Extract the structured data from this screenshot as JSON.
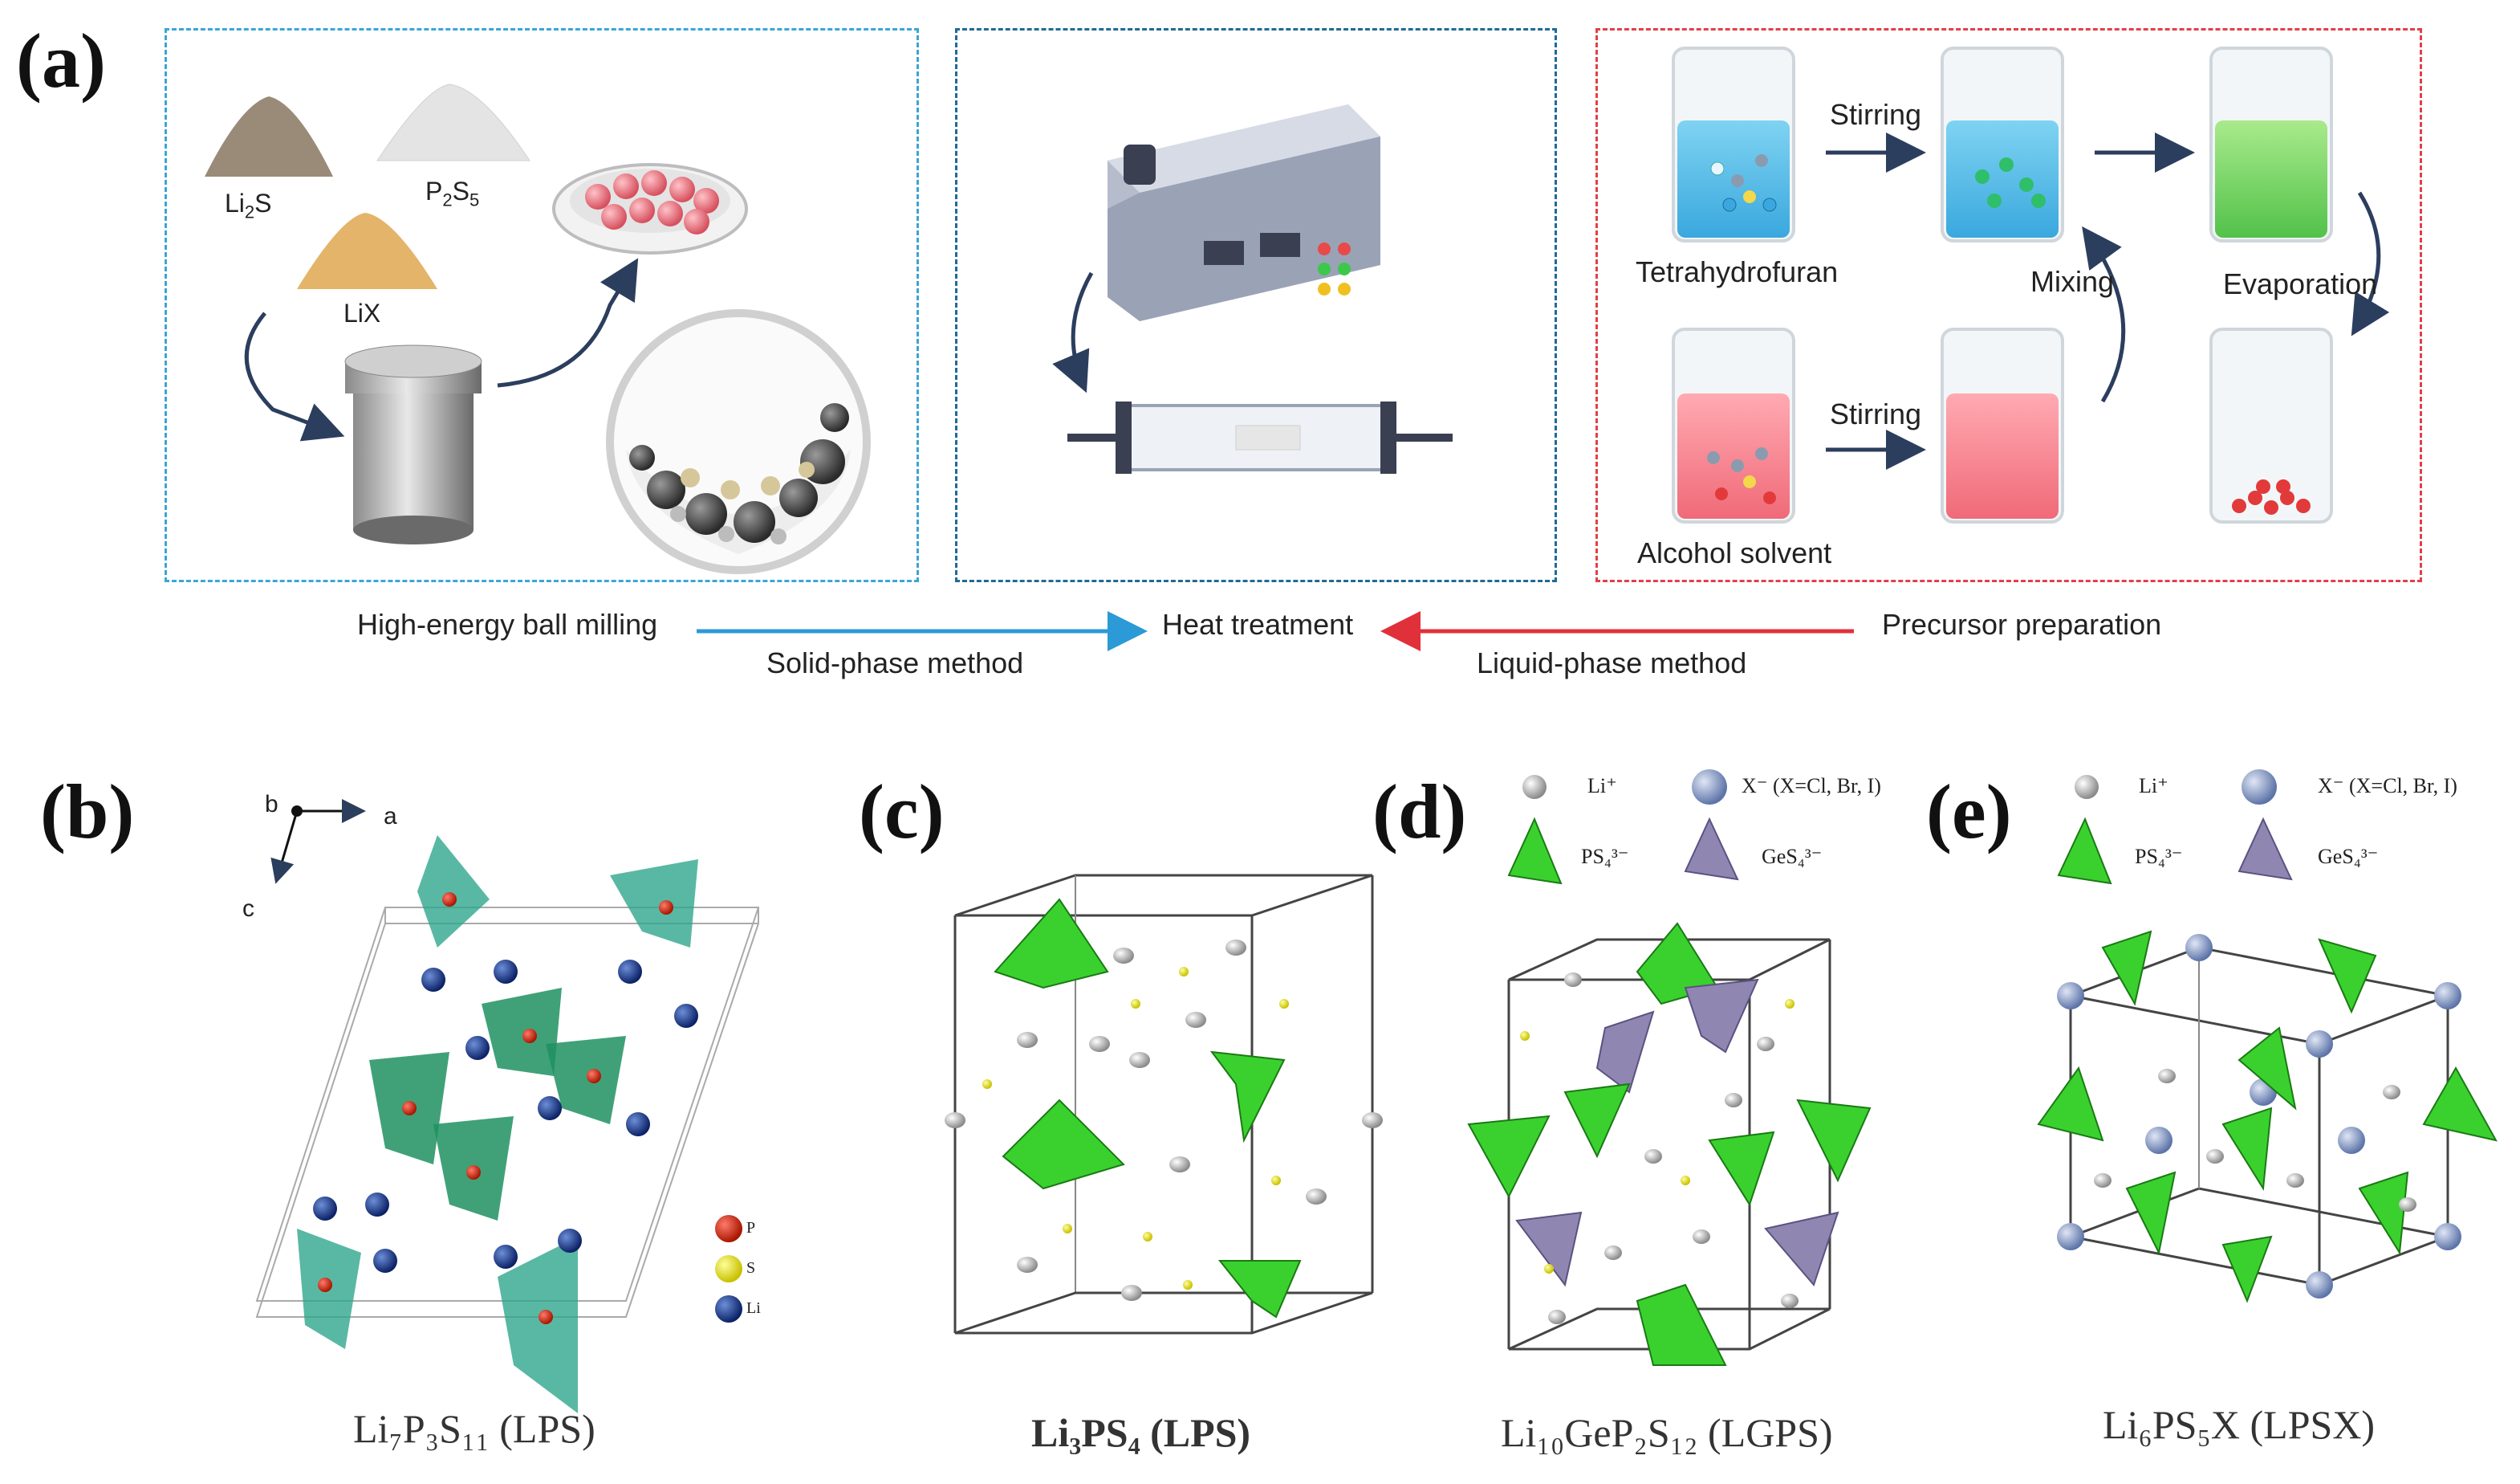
{
  "panels": {
    "a": "(a)",
    "b": "(b)",
    "c": "(c)",
    "d": "(d)",
    "e": "(e)"
  },
  "panel_a": {
    "powders": {
      "li2s": "Li",
      "li2s_sub": "2",
      "li2s_tail": "S",
      "p2s5_p": "P",
      "p2s5_sub1": "2",
      "p2s5_s": "S",
      "p2s5_sub2": "5",
      "lix": "LiX"
    },
    "liquid": {
      "stirring_top": "Stirring",
      "stirring_bottom": "Stirring",
      "tetrahydrofuran": "Tetrahydrofuran",
      "mixing": "Mixing",
      "evaporation": "Evaporation",
      "alcohol_solvent": "Alcohol solvent"
    },
    "flow": {
      "ball_milling": "High-energy ball milling",
      "heat_treatment": "Heat treatment",
      "precursor": "Precursor preparation",
      "solid_method": "Solid-phase method",
      "liquid_method": "Liquid-phase method"
    },
    "colors": {
      "solid_box": "#3aa6d6",
      "heat_box": "#1f6b94",
      "liquid_box": "#e0404a",
      "blue_arrow": "#2b9ad6",
      "red_arrow": "#e0303a"
    }
  },
  "panel_b": {
    "axes": {
      "b": "b",
      "a": "a",
      "c": "c"
    },
    "legend": {
      "p": "P",
      "s": "S",
      "li": "Li"
    },
    "caption": "Li₇P₃S₁₁ (LPS)"
  },
  "panel_c": {
    "caption": "Li₃PS₄ (LPS)"
  },
  "panel_d": {
    "legend": {
      "li": "Li⁺",
      "x": "X⁻ (X=Cl, Br, I)",
      "ps4": "PS₄³⁻",
      "ges4": "GeS₄³⁻"
    },
    "caption": "Li₁₀GeP₂S₁₂ (LGPS)"
  },
  "panel_e": {
    "legend": {
      "li": "Li⁺",
      "x": "X⁻ (X=Cl, Br, I)",
      "ps4": "PS₄³⁻",
      "ges4": "GeS₄³⁻"
    },
    "caption": "Li₆PS₅X (LPSX)"
  }
}
